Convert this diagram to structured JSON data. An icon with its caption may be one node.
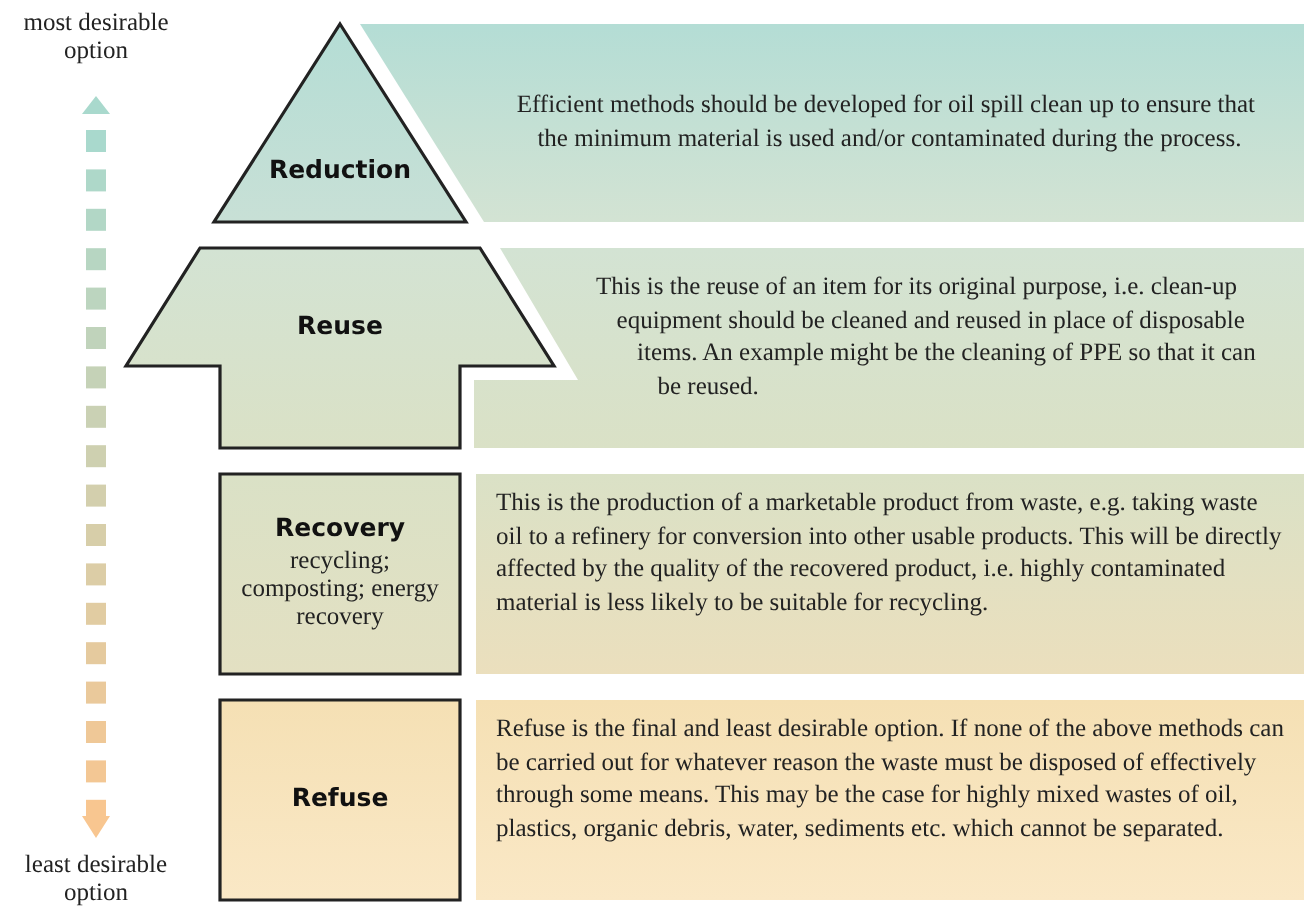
{
  "diagram": {
    "nodes": [
      {
        "text": [
          "Reduction"
        ]
      },
      {
        "text": [
          "Efficient methods should be developed for oil spill clean up to ensure that the minimum material is used and/or contaminated during the process."
        ]
      },
      {
        "text": [
          "Reuse"
        ]
      },
      {
        "text": [
          "This is the reuse of an item for its original purpose, i.e. clean-up equipment should be cleaned and reused in place of disposable items. An example might be the cleaning of PPE so that it can be reused."
        ]
      },
      {
        "text": [
          "Recovery",
          "recycling; composting; energy recovery"
        ]
      },
      {
        "text": [
          "This is the production of a marketable product from waste, e.g. taking waste oil to a refinery for conversion into other usable products. This will be directly affected by the quality of the recovered product, i.e. highly contaminated material is less likely to be suitable for recycling."
        ]
      },
      {
        "text": [
          "Refuse"
        ]
      },
      {
        "text": [
          "Refuse is the final and least desirable option. If none of the above methods can be carried out for whatever reason the waste must be disposed of effectively through some means. This may be the case for highly mixed wastes of oil, plastics, organic debris, water, sediments etc. which cannot be separated."
        ]
      }
    ],
    "labels": [
      "most desirable option",
      "least desirable option"
    ]
  }
}
